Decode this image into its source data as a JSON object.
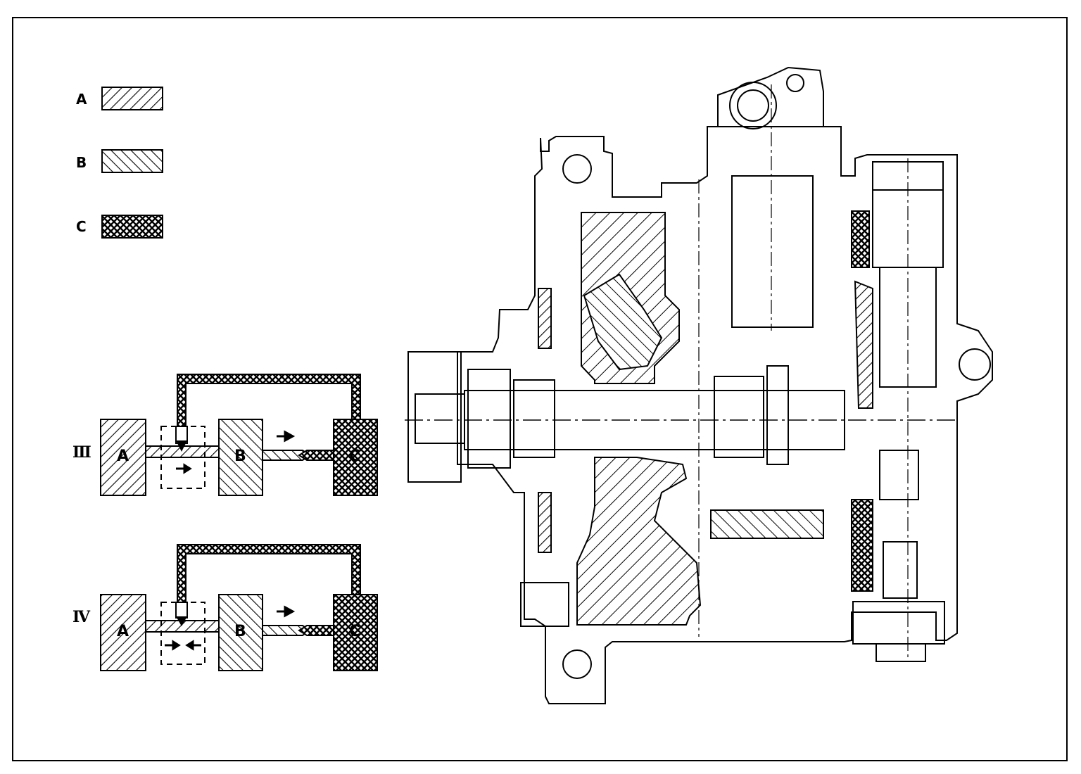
{
  "legend": {
    "items": [
      {
        "key": "A",
        "pattern": "hatch-a"
      },
      {
        "key": "B",
        "pattern": "hatch-b"
      },
      {
        "key": "C",
        "pattern": "crosshatch"
      }
    ]
  },
  "schematics": [
    {
      "numeral": "Ⅲ",
      "blocks": [
        "A",
        "B",
        "C"
      ],
      "valve_state": "closed"
    },
    {
      "numeral": "Ⅳ",
      "blocks": [
        "A",
        "B",
        "C"
      ],
      "valve_state": "open"
    }
  ],
  "cross_section": {
    "parts": [
      "housing",
      "pinion-shaft",
      "drive-gear",
      "bevel-gear",
      "bearings",
      "seals",
      "valve-assembly",
      "mounting-bosses"
    ]
  },
  "colors": {
    "ink": "#000000",
    "paper": "#ffffff"
  }
}
